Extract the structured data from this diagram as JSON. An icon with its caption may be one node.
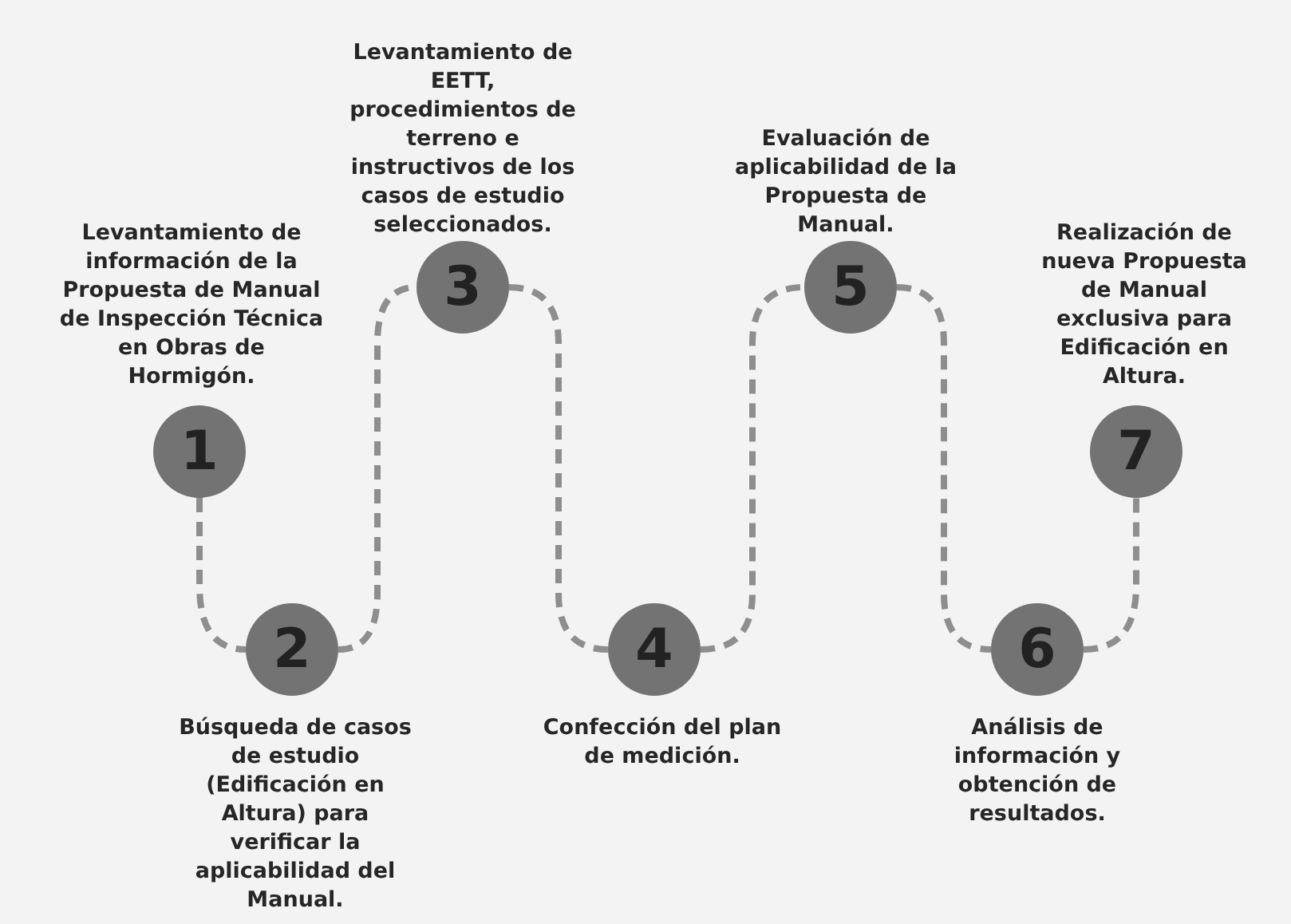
{
  "diagram": {
    "nodes": [
      {
        "text": [
          "1"
        ],
        "beside": [
          "Levantamiento de información de la Propuesta de Manual de Inspección Técnica en Obras de Hormigón."
        ]
      },
      {
        "text": [
          "2"
        ],
        "beside": [
          "Búsqueda de casos de estudio (Edificación en Altura) para verificar la aplicabilidad del Manual."
        ]
      },
      {
        "text": [
          "3"
        ],
        "beside": [
          "Levantamiento de EETT, procedimientos de terreno e instructivos de los casos de estudio seleccionados."
        ]
      },
      {
        "text": [
          "4"
        ],
        "beside": [
          "Confección del plan de medición."
        ]
      },
      {
        "text": [
          "5"
        ],
        "beside": [
          "Evaluación de aplicabilidad de la Propuesta de Manual."
        ]
      },
      {
        "text": [
          "6"
        ],
        "beside": [
          "Análisis de información y obtención de resultados."
        ]
      },
      {
        "text": [
          "7"
        ],
        "beside": [
          "Realización de nueva Propuesta de Manual exclusiva para Edificación en Altura."
        ]
      }
    ],
    "edges": [
      {
        "from": 0,
        "to": 1,
        "arrow": "none",
        "style": "dashed"
      },
      {
        "from": 1,
        "to": 2,
        "arrow": "none",
        "style": "dashed"
      },
      {
        "from": 2,
        "to": 3,
        "arrow": "none",
        "style": "dashed"
      },
      {
        "from": 3,
        "to": 4,
        "arrow": "none",
        "style": "dashed"
      },
      {
        "from": 4,
        "to": 5,
        "arrow": "none",
        "style": "dashed"
      },
      {
        "from": 5,
        "to": 6,
        "arrow": "none",
        "style": "dashed"
      }
    ]
  }
}
